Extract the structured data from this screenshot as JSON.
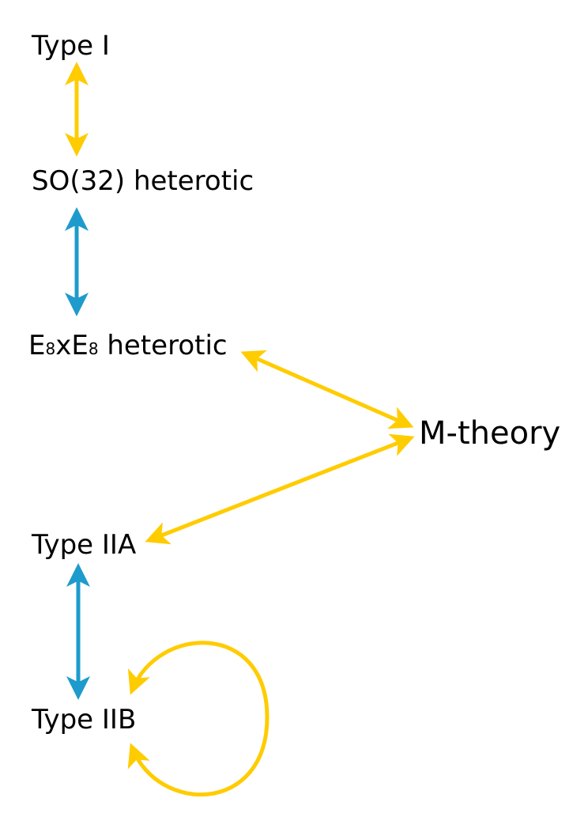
{
  "nodes": {
    "type_i": "Type I",
    "so32": "SO(32) heterotic",
    "e8": {
      "e1": "E",
      "sub1": "8",
      "x": "x",
      "e2": "E",
      "sub2": "8",
      "rest": " heterotic"
    },
    "m_theory": "M-theory",
    "type_iia": "Type IIA",
    "type_iib": "Type IIB"
  },
  "colors": {
    "yellow_arrow": "#FFCC00",
    "blue_arrow": "#1E9BCC",
    "text": "#000000",
    "background": "#FFFFFF"
  }
}
